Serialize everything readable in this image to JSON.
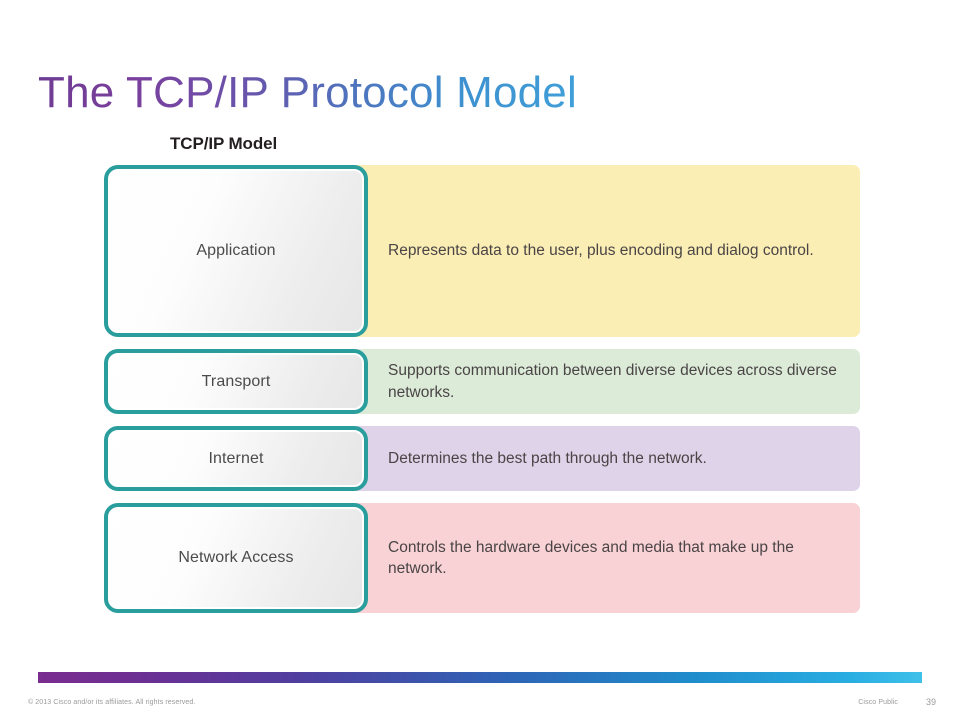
{
  "slide": {
    "title": "The TCP/IP Protocol Model",
    "diagram_heading": "TCP/IP Model",
    "layers": [
      {
        "name": "Application",
        "description": "Represents data to the user, plus encoding and dialog control.",
        "panel_color": "#faeeb4"
      },
      {
        "name": "Transport",
        "description": "Supports communication between diverse devices across diverse networks.",
        "panel_color": "#dcebd8"
      },
      {
        "name": "Internet",
        "description": "Determines the best path through the network.",
        "panel_color": "#ded3e8"
      },
      {
        "name": "Network Access",
        "description": "Controls the hardware devices and media that make up the network.",
        "panel_color": "#f8d2d4"
      }
    ]
  },
  "footer": {
    "copyright": "© 2013 Cisco and/or its affiliates. All rights reserved.",
    "classification": "Cisco Public",
    "page_number": "39"
  },
  "colors": {
    "layer_box_border": "#2a9d9d",
    "title_gradient_start": "#6e3b92",
    "title_gradient_end": "#3f9fd8",
    "footer_gradient_start": "#7a2c8f",
    "footer_gradient_end": "#3fc0ea"
  }
}
